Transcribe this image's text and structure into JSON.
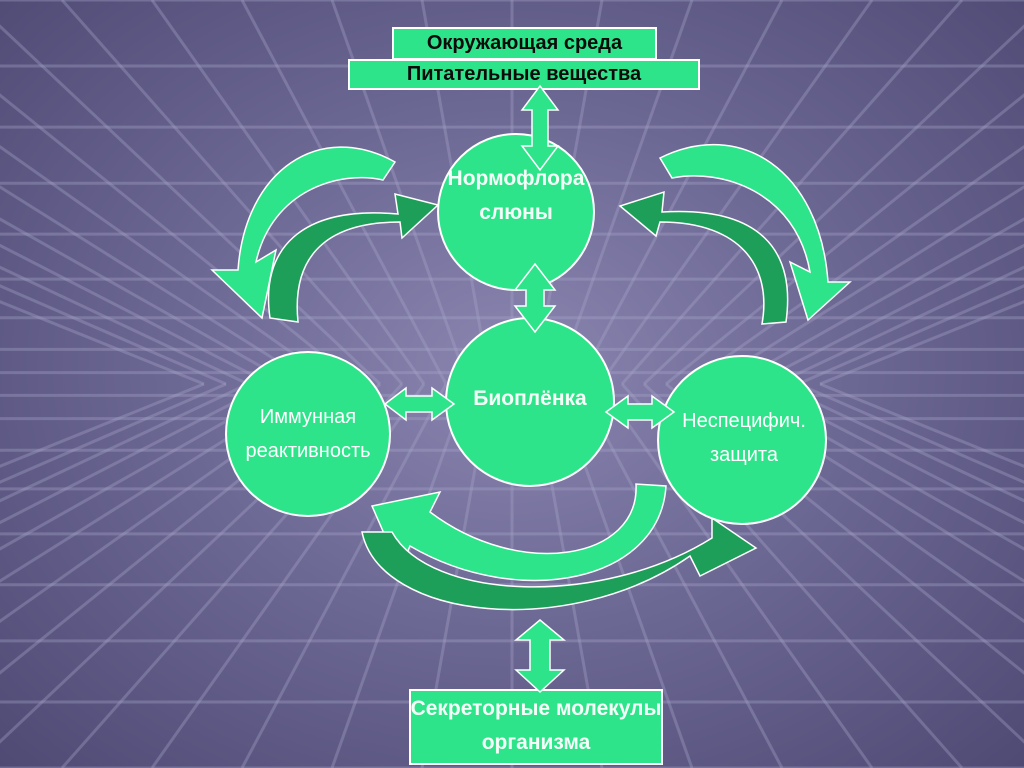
{
  "environment": {
    "line1": "Окружающая среда",
    "line2": "Питательные вещества"
  },
  "nodes": {
    "normoflora": {
      "line1": "Нормофлора",
      "line2": "слюны"
    },
    "biofilm": {
      "label": "Биоплёнка"
    },
    "immune": {
      "line1": "Иммунная",
      "line2": "реактивность"
    },
    "nonspecific": {
      "line1": "Неспецифич.",
      "line2": "защита"
    }
  },
  "secretory": {
    "line1": "Секреторные молекулы",
    "line2": "организма"
  },
  "colors": {
    "node_fill": "#2ee48a",
    "node_stroke": "#ffffff",
    "arrow_fill": "#29d982",
    "arrow_dark": "#1a7f4a",
    "background": "#6d6995"
  }
}
